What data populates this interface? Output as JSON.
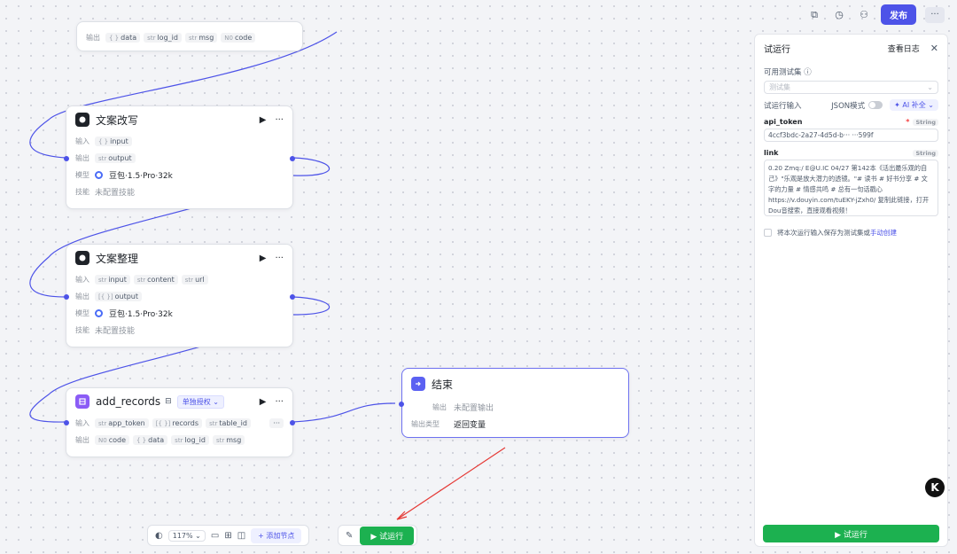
{
  "topbar": {
    "publish": "发布",
    "more": "···"
  },
  "top_node": {
    "label": "输出",
    "outputs": [
      {
        "pre": "{ }",
        "name": "data"
      },
      {
        "pre": "str",
        "name": "log_id"
      },
      {
        "pre": "str",
        "name": "msg"
      },
      {
        "pre": "N0",
        "name": "code"
      }
    ]
  },
  "node1": {
    "title": "文案改写",
    "in_label": "输入",
    "out_label": "输出",
    "model_label": "模型",
    "skill_label": "技能",
    "inputs": [
      {
        "pre": "{ }",
        "name": "input"
      }
    ],
    "outputs": [
      {
        "pre": "str",
        "name": "output"
      }
    ],
    "model": "豆包·1.5·Pro·32k",
    "skill": "未配置技能"
  },
  "node2": {
    "title": "文案整理",
    "in_label": "输入",
    "out_label": "输出",
    "model_label": "模型",
    "skill_label": "技能",
    "inputs": [
      {
        "pre": "str",
        "name": "input"
      },
      {
        "pre": "str",
        "name": "content"
      },
      {
        "pre": "str",
        "name": "url"
      }
    ],
    "outputs": [
      {
        "pre": "[{ }]",
        "name": "output"
      }
    ],
    "model": "豆包·1.5·Pro·32k",
    "skill": "未配置技能"
  },
  "node3": {
    "title": "add_records",
    "badge": "单独授权 ⌄",
    "in_label": "输入",
    "out_label": "输出",
    "inputs": [
      {
        "pre": "str",
        "name": "app_token"
      },
      {
        "pre": "[{ }]",
        "name": "records"
      },
      {
        "pre": "str",
        "name": "table_id"
      }
    ],
    "input_more": "···",
    "outputs": [
      {
        "pre": "N0",
        "name": "code"
      },
      {
        "pre": "{ }",
        "name": "data"
      },
      {
        "pre": "str",
        "name": "log_id"
      },
      {
        "pre": "str",
        "name": "msg"
      }
    ]
  },
  "end_node": {
    "title": "结束",
    "out_label": "输出",
    "out_value": "未配置输出",
    "type_label": "输出类型",
    "type_value": "返回变量"
  },
  "toolbar": {
    "zoom": "117% ⌄",
    "add_node": "+ 添加节点",
    "run": "▶  试运行"
  },
  "panel": {
    "title": "试运行",
    "log": "查看日志",
    "testset_label": "可用测试集 ⓘ",
    "testset_placeholder": "测试集",
    "input_label": "试运行输入",
    "json_mode": "JSON模式",
    "ai_fill": "✦ AI 补全  ⌄",
    "fields": [
      {
        "name": "api_token",
        "required": "*",
        "type": "String",
        "value": "4ccf3bdc-2a27-4d5d-b··· ···599f"
      },
      {
        "name": "link",
        "type": "String",
        "value": "0.20 Zmq:/ E@U.IC 04/27 第142本《活出最乐观的自己》\"乐观是放大潜力的透镜。\"# 读书 # 好书分享 # 文字的力量 # 情感共鸣 # 总有一句话戳心 https://v.douyin.com/tuEKY-jZxh0/ 复制此链接，打开Dou音搜索，直接观看视频！"
      }
    ],
    "save_text": "将本次运行输入保存为测试集或",
    "save_link": "手动创建",
    "run": "▶  试运行"
  },
  "logo": "K"
}
